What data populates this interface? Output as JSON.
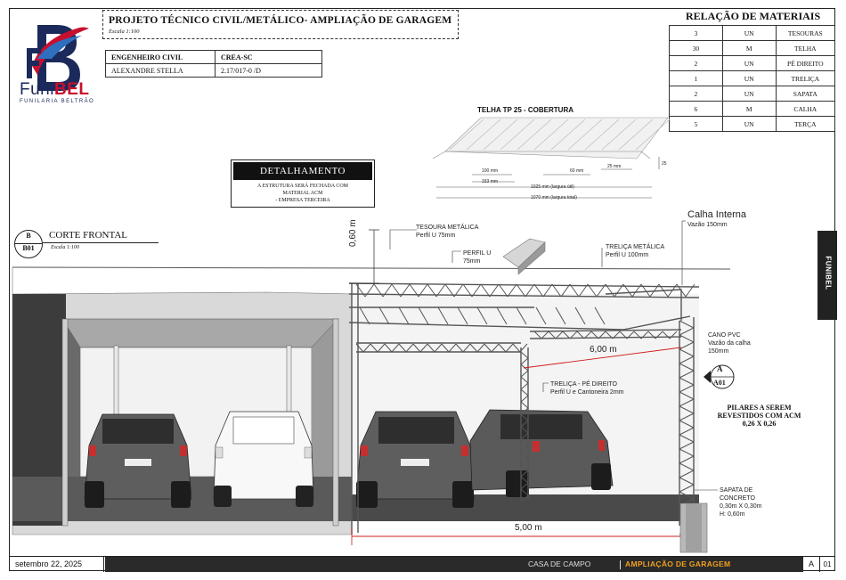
{
  "brand": {
    "name_part1": "Funi",
    "name_part2": "BEL",
    "subtitle": "FUNILARIA BELTRÃO",
    "side_tab": "FUNIBEL"
  },
  "header": {
    "title": "PROJETO TÉCNICO CIVIL/METÁLICO- AMPLIAÇÃO DE GARAGEM",
    "scale": "Escala 1:100"
  },
  "engineer": {
    "col1_label": "ENGENHEIRO CIVIL",
    "col2_label": "CREA-SC",
    "name": "ALEXANDRE STELLA",
    "crea": "2.17/017-0 /D"
  },
  "materials": {
    "title": "RELAÇÃO DE MATERIAIS",
    "rows": [
      {
        "qty": "3",
        "unit": "UN",
        "item": "TESOURAS"
      },
      {
        "qty": "30",
        "unit": "M",
        "item": "TELHA"
      },
      {
        "qty": "2",
        "unit": "UN",
        "item": "PÉ DIREITO"
      },
      {
        "qty": "1",
        "unit": "UN",
        "item": "TRELIÇA"
      },
      {
        "qty": "2",
        "unit": "UN",
        "item": "SAPATA"
      },
      {
        "qty": "6",
        "unit": "M",
        "item": "CALHA"
      },
      {
        "qty": "5",
        "unit": "UN",
        "item": "TERÇA"
      }
    ]
  },
  "detail": {
    "title": "DETALHAMENTO",
    "line1": "A ESTRUTURA SERÁ FECHADA COM",
    "line2": "MATERIAL ACM",
    "line3": "- EMPRESA TERCEIRA"
  },
  "section": {
    "letter": "B",
    "sheet": "B01",
    "title": "CORTE FRONTAL",
    "scale": "Escala 1:100"
  },
  "telha": {
    "title": "TELHA TP 25 - COBERTURA",
    "dim_100": "100 mm",
    "dim_153": "153 mm",
    "dim_60": "60 mm",
    "dim_25": "25 mm",
    "dim_25b": "25",
    "dim_util": "1025 mm (largura útil)",
    "dim_total": "1070 mm (largura total)"
  },
  "labels": {
    "tesoura_1": "TESOURA METÁLICA",
    "tesoura_2": "Perfil U 75mm",
    "perfil_1": "PERFIL U",
    "perfil_2": "75mm",
    "trelica_1": "TRELIÇA METÁLICA",
    "trelica_2": "Perfil U 100mm",
    "calha_1": "Calha Interna",
    "calha_2": "Vazão 150mm",
    "cano_1": "CANO PVC",
    "cano_2": "Vazão da calha",
    "cano_3": "150mm",
    "pe_1": "TRELIÇA - PÉ DIREITO",
    "pe_2": "Perfil U e Cantoneira 2mm",
    "sapata_1": "SAPATA DE",
    "sapata_2": "CONCRETO",
    "sapata_3": "0,30m X 0,30m",
    "sapata_4": "H: 0,60m",
    "dim_height": "0,60 m",
    "dim_depth": "6,00 m",
    "dim_width": "5,00 m",
    "mark_letter": "A",
    "mark_sheet": "A01"
  },
  "pilares": {
    "line1": "PILARES A SEREM",
    "line2": "REVESTIDOS COM ACM",
    "line3": "0,26 X 0,26"
  },
  "footer": {
    "date": "setembro 22, 2025",
    "client": "CASA DE CAMPO",
    "project": "AMPLIAÇÃO DE GARAGEM",
    "revision": "A",
    "page": "01"
  },
  "colors": {
    "brand_red": "#c8102e",
    "brand_navy": "#1b2a5a",
    "accent_orange": "#f0a020",
    "dimension_red": "#d01c1c"
  }
}
